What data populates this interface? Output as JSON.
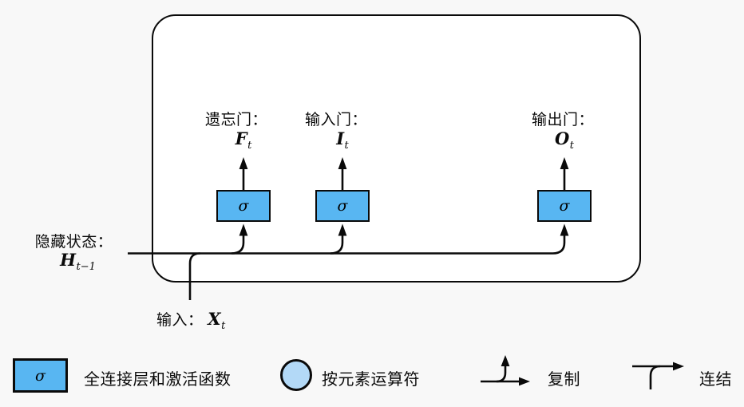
{
  "diagram": {
    "type": "lstm-gates",
    "cell": {
      "gates": [
        {
          "title": "遗忘门：",
          "symbol": "F",
          "subscript": "t",
          "activation": "σ"
        },
        {
          "title": "输入门：",
          "symbol": "I",
          "subscript": "t",
          "activation": "σ"
        },
        {
          "title": "输出门：",
          "symbol": "O",
          "subscript": "t",
          "activation": "σ"
        }
      ]
    },
    "hidden_state": {
      "label": "隐藏状态：",
      "symbol": "H",
      "subscript": "t−1"
    },
    "input": {
      "label": "输入：",
      "symbol": "X",
      "subscript": "t"
    }
  },
  "legend": {
    "items": [
      {
        "icon": "sigma-box",
        "symbol": "σ",
        "label": "全连接层和激活函数"
      },
      {
        "icon": "elementwise-circle",
        "label": "按元素运算符"
      },
      {
        "icon": "copy-branch-arrow",
        "label": "复制"
      },
      {
        "icon": "concat-merge-arrow",
        "label": "连结"
      }
    ]
  },
  "colors": {
    "background": "#f8f8f8",
    "cell_fill": "#ffffff",
    "stroke": "#0a0a0a",
    "gate_fill": "#58b6f2",
    "elementwise_fill": "#b3d9f7"
  }
}
